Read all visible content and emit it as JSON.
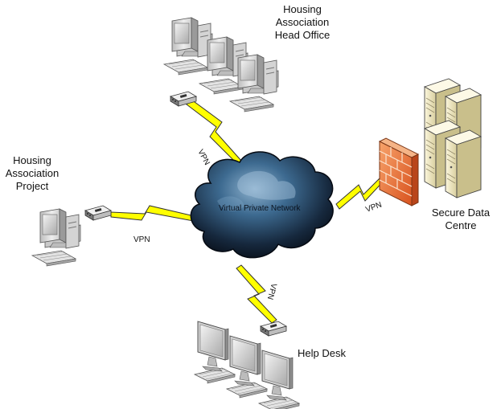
{
  "cloud": {
    "label": "Virtual Private Network"
  },
  "nodes": {
    "head_office": {
      "line1": "Housing",
      "line2": "Association",
      "line3": "Head Office"
    },
    "project": {
      "line1": "Housing",
      "line2": "Association",
      "line3": "Project"
    },
    "data_centre": {
      "line1": "Secure Data",
      "line2": "Centre"
    },
    "help_desk": {
      "label": "Help Desk"
    }
  },
  "links": {
    "head_office": "VPN",
    "project": "VPN",
    "data_centre": "VPN",
    "help_desk": "VPN"
  },
  "colors": {
    "cloud_dark": "#0c1a2a",
    "cloud_mid": "#3d6a90",
    "cloud_light": "#8fb3cf",
    "lightning": "#ffff00",
    "firewall": "#e8703a",
    "computer": "#d9d9d9",
    "server": "#f2ebc6"
  },
  "icons": [
    "workstation-icon",
    "modem-icon",
    "firewall-icon",
    "server-icon",
    "lcd-monitor-icon",
    "lightning-link-icon",
    "cloud-icon"
  ]
}
